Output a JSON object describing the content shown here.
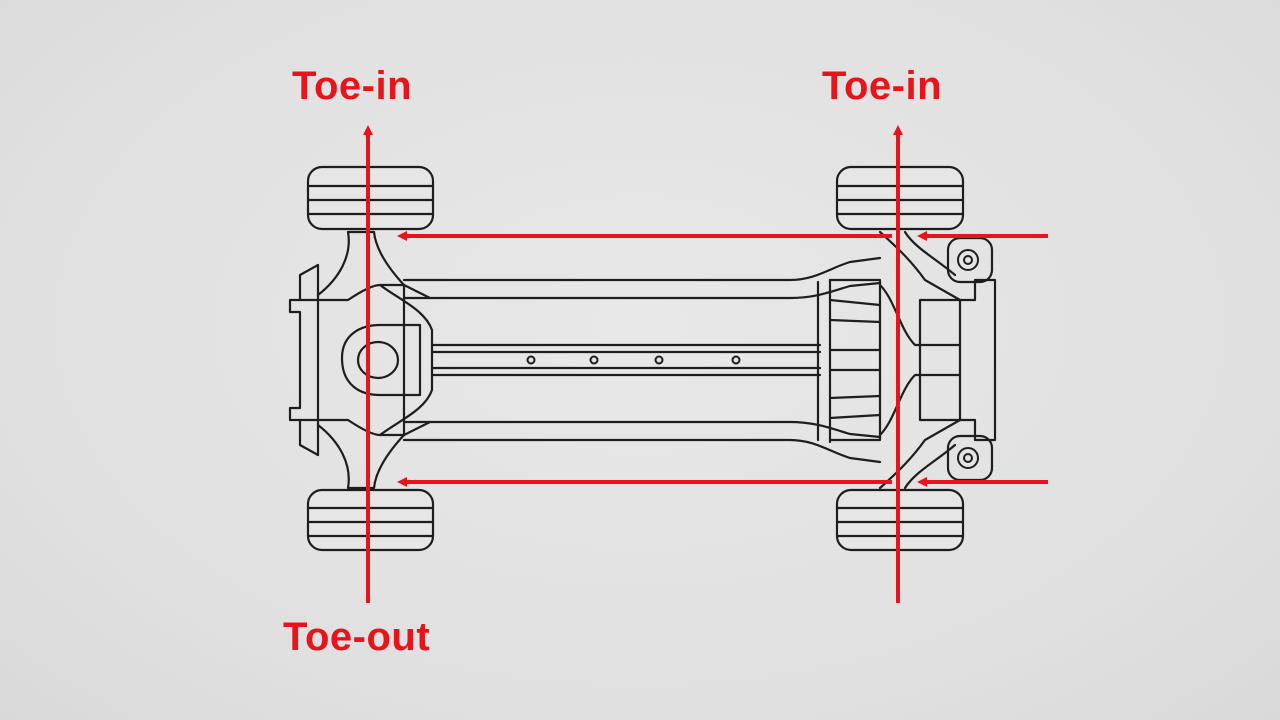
{
  "labels": {
    "top_left": "Toe-in",
    "top_right": "Toe-in",
    "bottom_left": "Toe-out"
  },
  "colors": {
    "background": "#e2e2e2",
    "outline": "#1e1e1e",
    "accent_red": "#e8141b"
  },
  "icons": [
    "wheel-icon",
    "arrow-up-icon",
    "arrow-left-icon",
    "bolt-hole-icon"
  ]
}
